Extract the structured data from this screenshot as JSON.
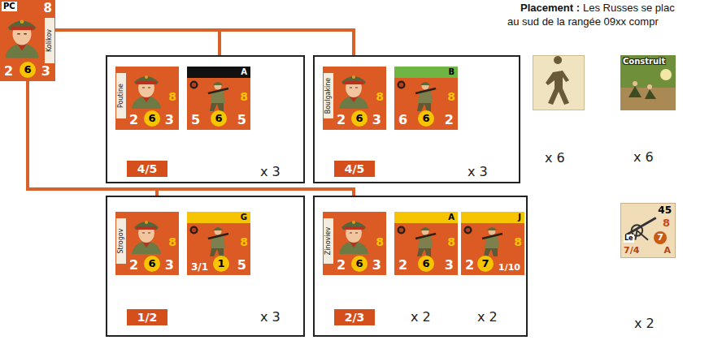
{
  "diagram": {
    "nodes": [
      {
        "text": [
          "PC",
          "8",
          "Kolikov",
          "2",
          "6",
          "3"
        ]
      },
      {
        "text": [
          "4/5",
          "x 3"
        ]
      },
      {
        "text": [
          "Poutine",
          "8",
          "2",
          "6",
          "3"
        ],
        "in": 1
      },
      {
        "text": [
          "A",
          "8",
          "5",
          "6",
          "5"
        ],
        "in": 1
      },
      {
        "text": [
          "4/5",
          "x 3"
        ]
      },
      {
        "text": [
          "Boulgakine",
          "8",
          "2",
          "6",
          "3"
        ],
        "in": 4
      },
      {
        "text": [
          "B",
          "8",
          "6",
          "6",
          "2"
        ],
        "in": 4
      },
      {
        "text": [
          "1/2",
          "x 3"
        ]
      },
      {
        "text": [
          "Strogov",
          "8",
          "2",
          "6",
          "3"
        ],
        "in": 7
      },
      {
        "text": [
          "G",
          "8",
          "3/1",
          "1",
          "5"
        ],
        "in": 7
      },
      {
        "text": [
          "2/3",
          "x 2",
          "x 2"
        ]
      },
      {
        "text": [
          "Zinoviev",
          "8",
          "2",
          "6",
          "3"
        ],
        "in": 10
      },
      {
        "text": [
          "A",
          "8",
          "2",
          "6",
          "3"
        ],
        "in": 10
      },
      {
        "text": [
          "J",
          "8",
          "2",
          "7",
          "1/10"
        ],
        "in": 10
      },
      {
        "text": [
          "x 6"
        ]
      },
      {
        "text": [
          "Construit",
          "x 6"
        ]
      },
      {
        "text": [
          "45",
          "8",
          "7",
          "Le",
          "7/4",
          "A",
          "x 2"
        ]
      }
    ],
    "edges": [
      {
        "from": 0,
        "to": 1,
        "arrow": "none"
      },
      {
        "from": 0,
        "to": 4,
        "arrow": "none"
      },
      {
        "from": 0,
        "to": 7,
        "arrow": "none"
      },
      {
        "from": 0,
        "to": 10,
        "arrow": "none"
      },
      {
        "from": 2,
        "to": 3,
        "arrow": "none"
      },
      {
        "from": 5,
        "to": 6,
        "arrow": "none"
      },
      {
        "from": 8,
        "to": 9,
        "arrow": "none"
      },
      {
        "from": 11,
        "to": 12,
        "arrow": "none"
      },
      {
        "from": 12,
        "to": 13,
        "arrow": "none"
      }
    ],
    "labels": [
      "Placement :",
      "Les Russes se plac",
      "au sud de la rangée 09xx compr"
    ]
  }
}
